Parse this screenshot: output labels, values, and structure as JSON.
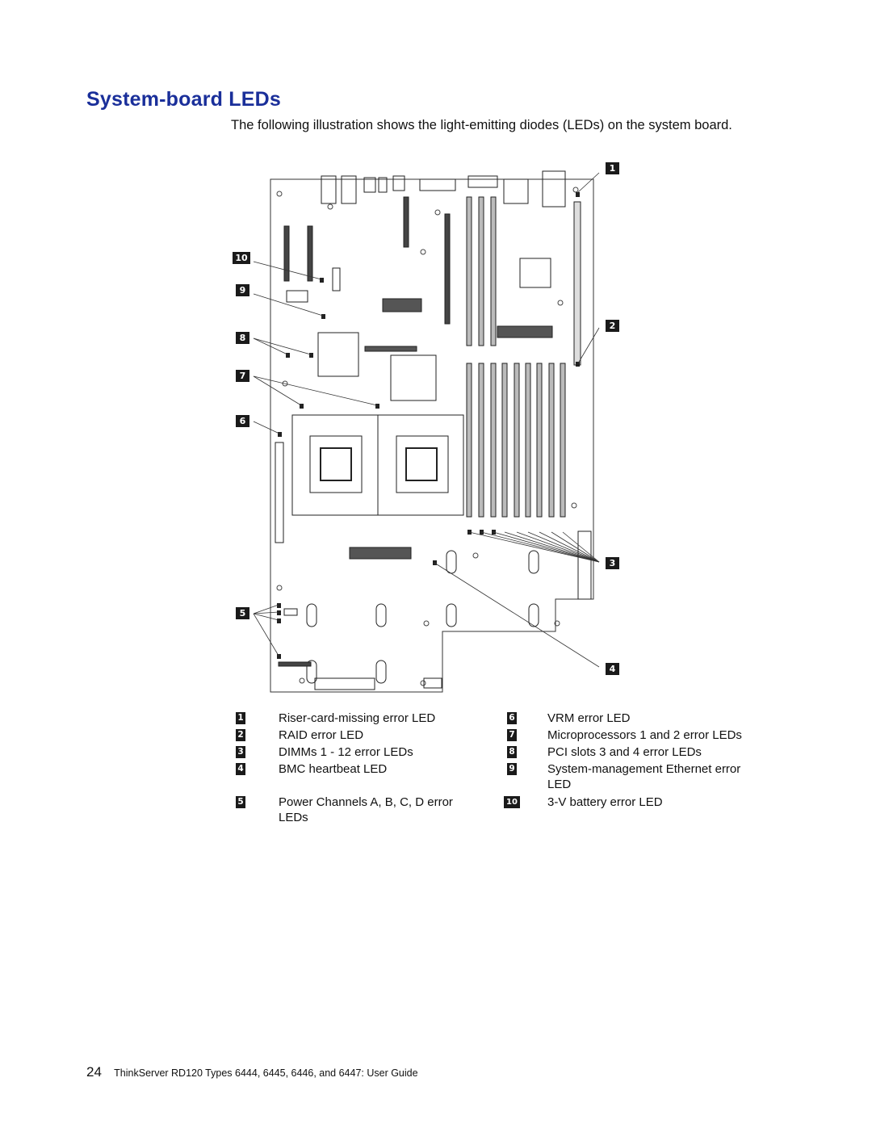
{
  "title": "System-board LEDs",
  "intro": "The following illustration shows the light-emitting diodes (LEDs) on the system board.",
  "figure": {
    "callouts": [
      "1",
      "2",
      "3",
      "4",
      "5",
      "6",
      "7",
      "8",
      "9",
      "10"
    ]
  },
  "legend": [
    {
      "num": "1",
      "text": "Riser-card-missing error LED"
    },
    {
      "num": "2",
      "text": "RAID error LED"
    },
    {
      "num": "3",
      "text": "DIMMs 1 - 12 error LEDs"
    },
    {
      "num": "4",
      "text": "BMC heartbeat LED"
    },
    {
      "num": "5",
      "text": "Power Channels A, B, C, D error LEDs"
    },
    {
      "num": "6",
      "text": "VRM error LED"
    },
    {
      "num": "7",
      "text": "Microprocessors 1 and 2 error LEDs"
    },
    {
      "num": "8",
      "text": "PCI slots 3 and 4 error LEDs"
    },
    {
      "num": "9",
      "text": "System-management Ethernet error LED"
    },
    {
      "num": "10",
      "text": "3-V battery error LED"
    }
  ],
  "footer": {
    "page_number": "24",
    "guide_title": "ThinkServer RD120 Types 6444, 6445, 6446, and 6447: User Guide"
  }
}
